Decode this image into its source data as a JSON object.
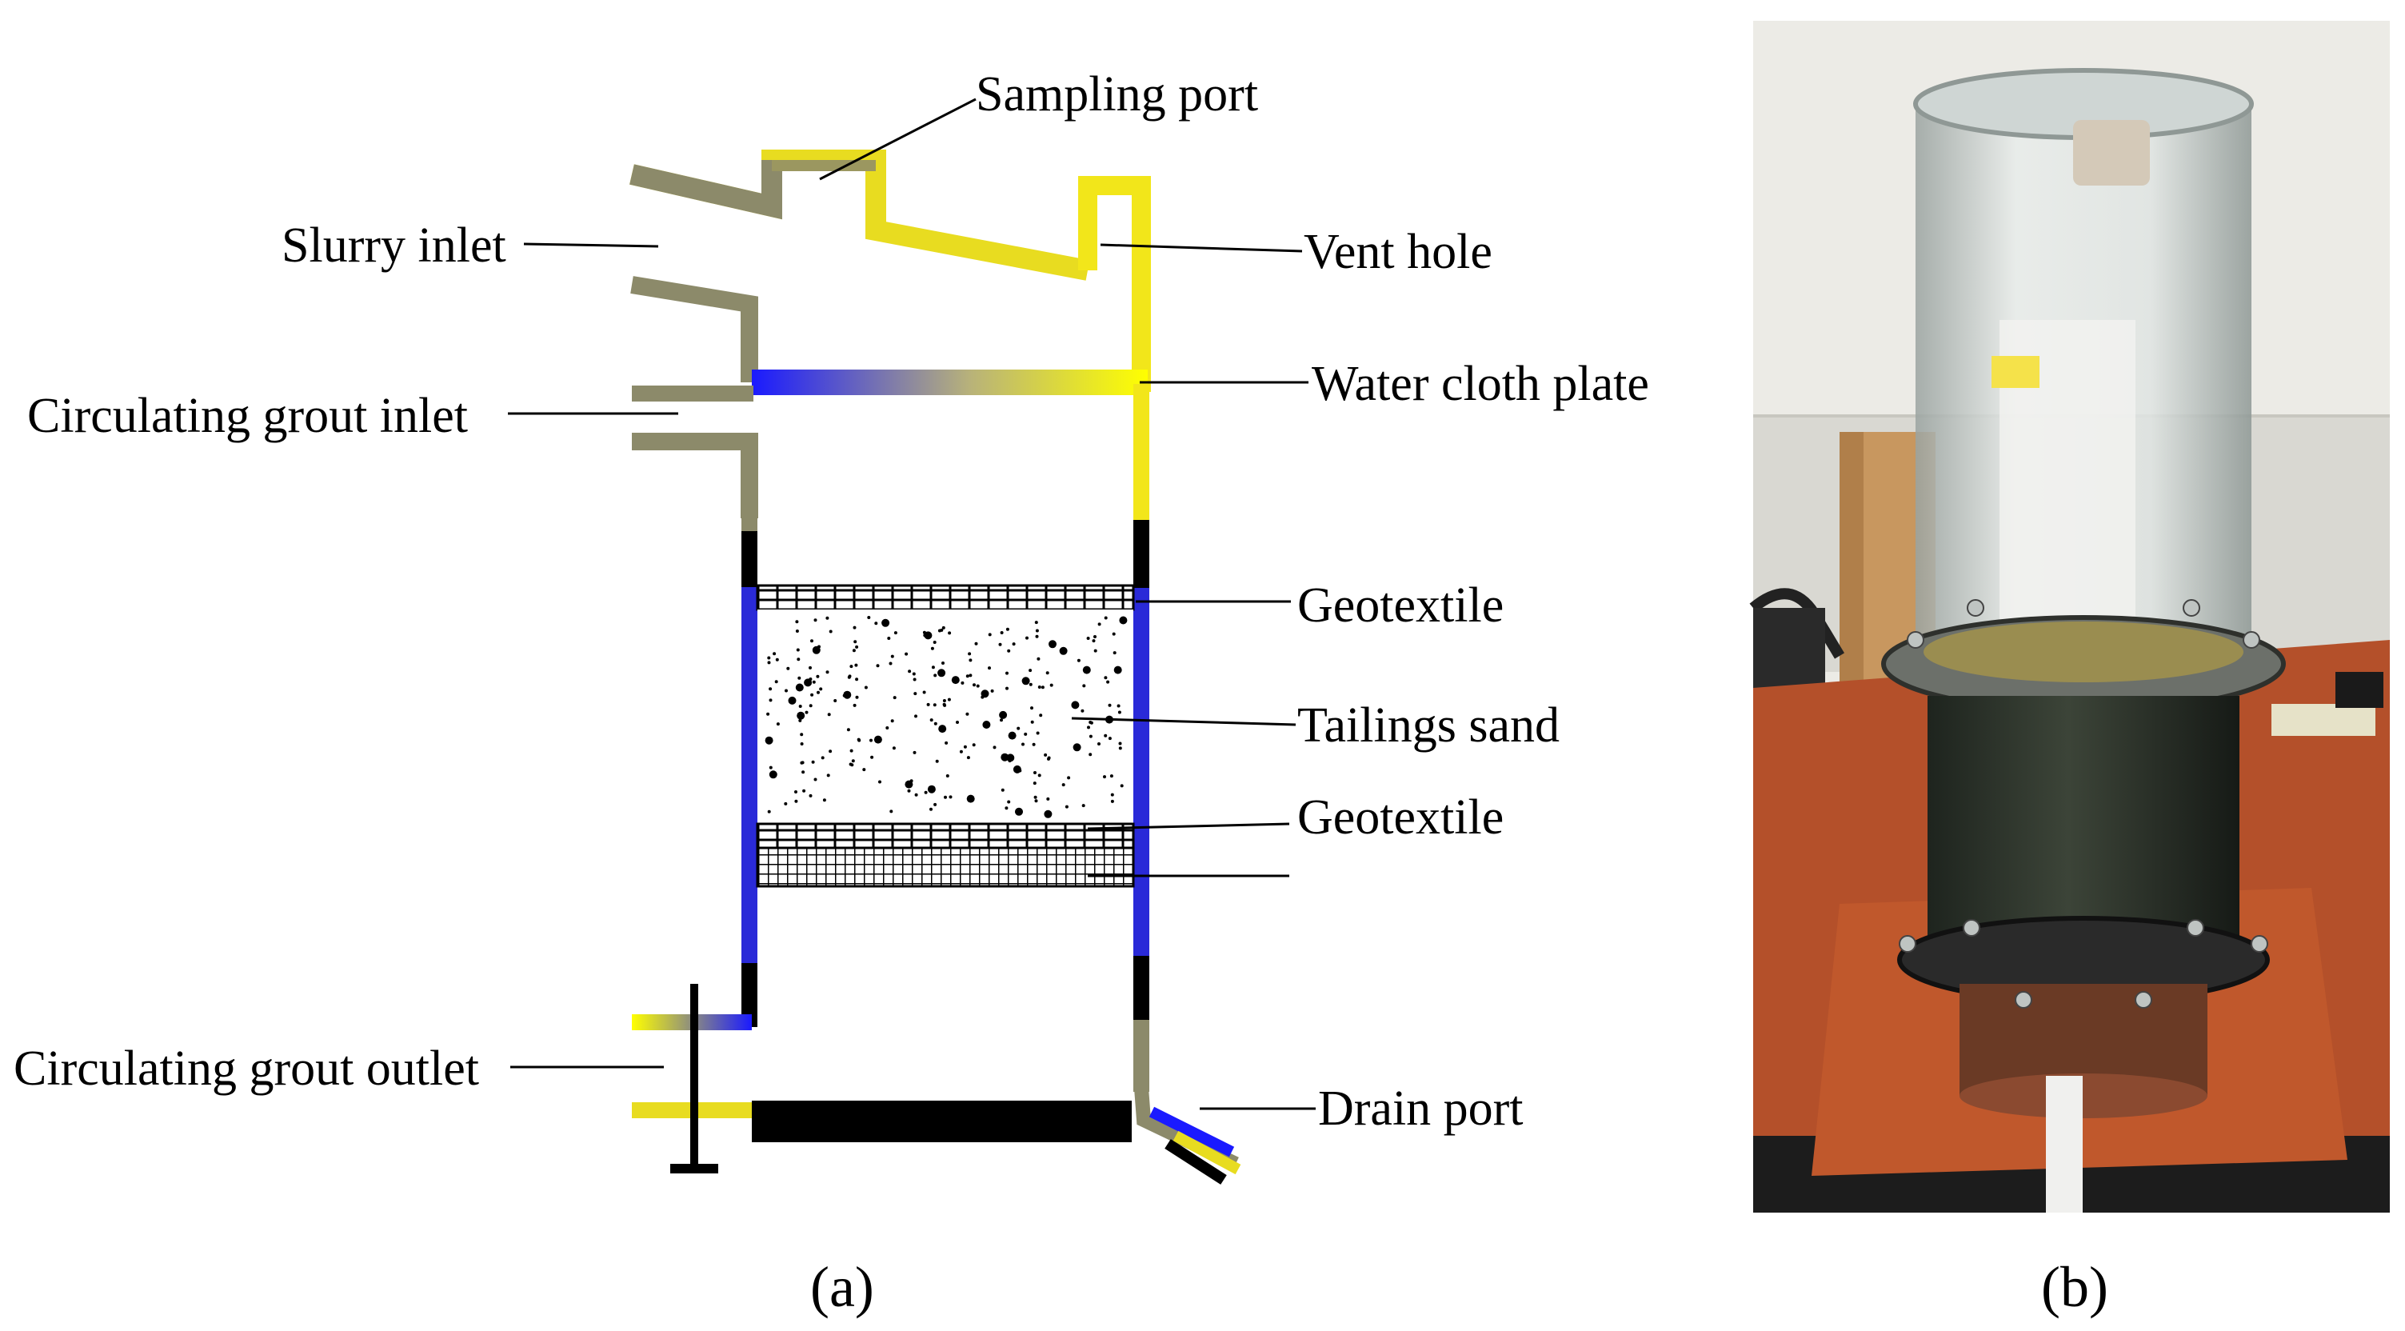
{
  "labels": {
    "sampling_port": "Sampling port",
    "slurry_inlet": "Slurry inlet",
    "vent_hole": "Vent hole",
    "water_cloth_plate": "Water cloth plate",
    "circulating_grout_inlet": "Circulating grout inlet",
    "geotextile_top": "Geotextile",
    "tailings_sand": "Tailings sand",
    "geotextile_bottom": "Geotextile",
    "circulating_grout_outlet": "Circulating grout outlet",
    "drain_port": "Drain port"
  },
  "captions": {
    "a": "(a)",
    "b": "(b)"
  },
  "colors": {
    "pipe_yellow": "#f0e020",
    "pipe_olive": "#8c8a60",
    "pipe_blue": "#1a1aff",
    "wall_black": "#000000",
    "bench_wood": "#b4502a",
    "wall_bg": "#ecebe6"
  },
  "photo": {
    "description_icon": "photo-of-permeation-apparatus"
  }
}
